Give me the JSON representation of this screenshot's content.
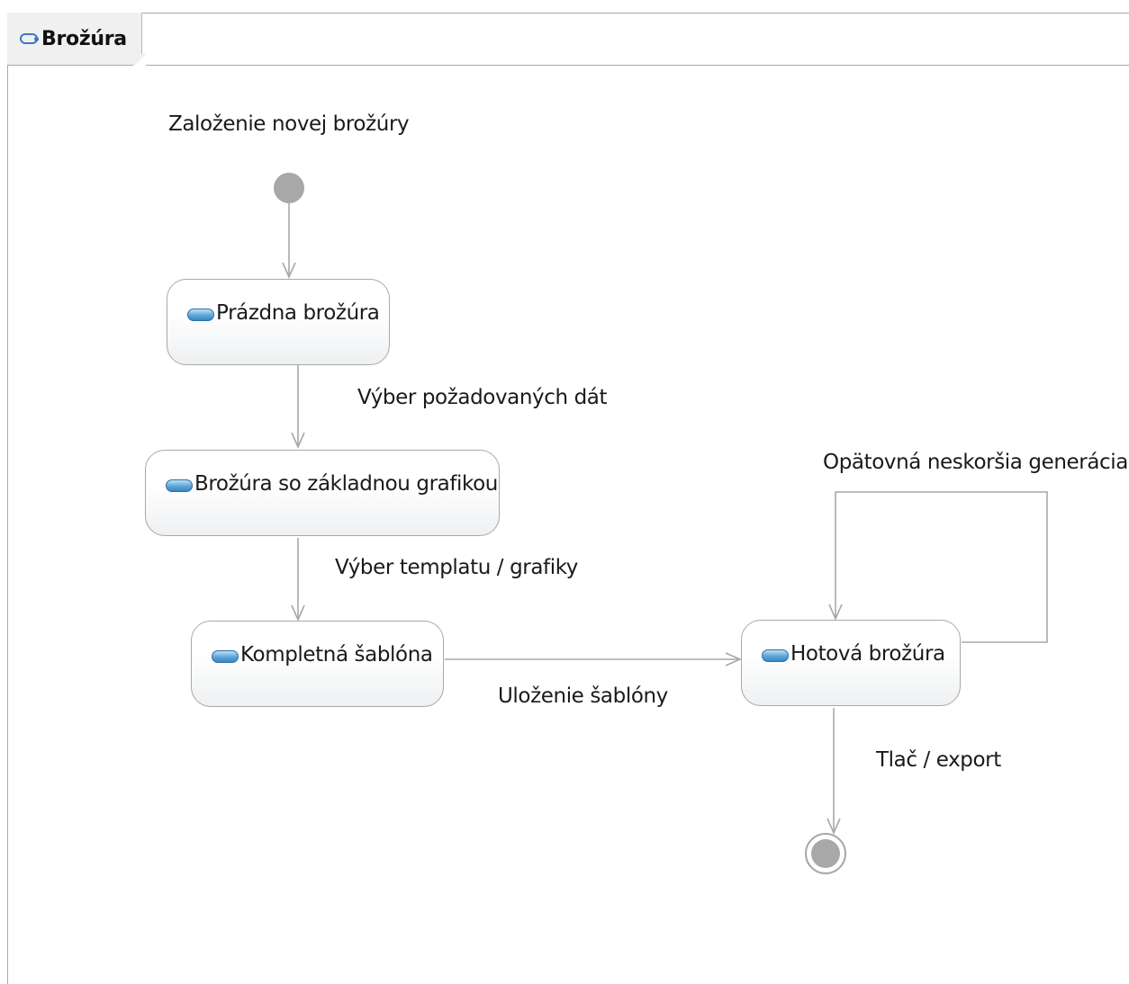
{
  "diagram": {
    "title": "Brožúra",
    "initial_label": "Založenie novej brožúry",
    "states": [
      {
        "label": "Prázdna brožúra"
      },
      {
        "label": "Brožúra so základnou grafikou"
      },
      {
        "label": "Kompletná šablóna"
      },
      {
        "label": "Hotová brožúra"
      }
    ],
    "transitions": [
      {
        "label": "Výber požadovaných dát"
      },
      {
        "label": "Výber templatu / grafiky"
      },
      {
        "label": "Uloženie šablóny"
      },
      {
        "label": "Opätovná neskoršia generácia"
      },
      {
        "label": "Tlač / export"
      }
    ],
    "colors": {
      "line": "#a8a8a8",
      "node": "#a8a8a8",
      "state_icon": "#4a90cc"
    }
  }
}
